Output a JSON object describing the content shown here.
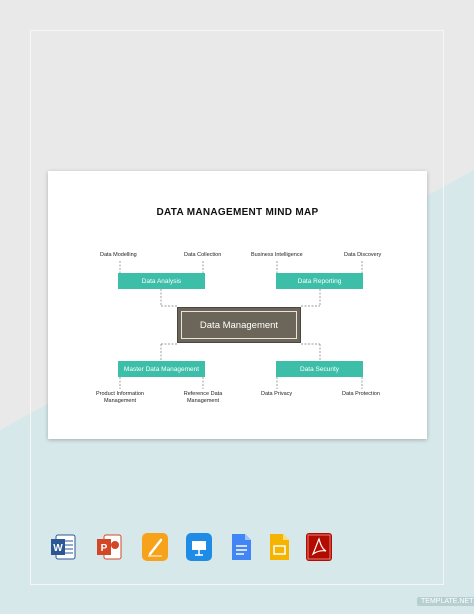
{
  "title": "DATA MANAGEMENT MIND MAP",
  "central": "Data Management",
  "branches": {
    "analysis": {
      "label": "Data Analysis",
      "left": "Data Modelling",
      "right": "Data Collection"
    },
    "reporting": {
      "label": "Data Reporting",
      "left": "Business Intelligence",
      "right": "Data Discovery"
    },
    "master": {
      "label": "Master Data Management",
      "left": "Product Information Management",
      "right": "Reference Data Management"
    },
    "security": {
      "label": "Data Security",
      "left": "Data Privacy",
      "right": "Data Protection"
    }
  },
  "format_icons": [
    "word-icon",
    "powerpoint-icon",
    "pages-icon",
    "keynote-icon",
    "google-docs-icon",
    "google-slides-icon",
    "pdf-icon"
  ],
  "watermark": "TEMPLATE.NET",
  "colors": {
    "teal": "#3dbea9",
    "central": "#6b6659",
    "background": "#e9e9e9",
    "lower_background": "#d7e8ea"
  }
}
